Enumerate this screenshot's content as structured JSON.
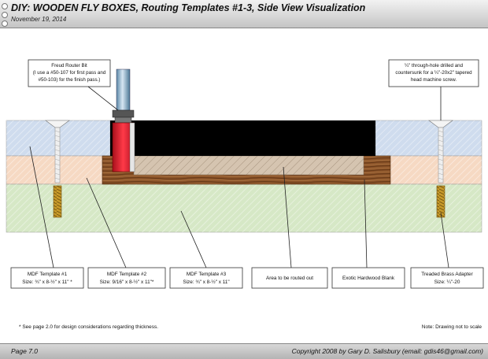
{
  "header": {
    "title": "DIY: WOODEN FLY BOXES, Routing Templates #1-3, Side View Visualization",
    "date": "November 19, 2014"
  },
  "callouts": {
    "router_bit": [
      "Freud Router Bit",
      "(I use a #50-107 for first pass and",
      "#50-103) for the finish pass.)"
    ],
    "screw_hole": [
      "¼\" through-hole drilled and",
      "countersunk for a ¼\"-20x2\" tapered",
      "head machine screw."
    ]
  },
  "labels": [
    {
      "id": "mdf1",
      "lines": [
        "MDF Template #1",
        "Size: ¾\" x 8-½\" x 11\" *"
      ]
    },
    {
      "id": "mdf2",
      "lines": [
        "MDF Template #2",
        "Size: 9/16\" x 8-½\" x 11\"*"
      ]
    },
    {
      "id": "mdf3",
      "lines": [
        "MDF Template #3",
        "Size: ¾\" x 8-½\" x 11\""
      ]
    },
    {
      "id": "routed",
      "lines": [
        "Area to be routed out"
      ]
    },
    {
      "id": "blank",
      "lines": [
        "Exotic Hardwood Blank"
      ]
    },
    {
      "id": "brass",
      "lines": [
        "Treaded Brass Adapter",
        "Size: ¼\"-20"
      ]
    }
  ],
  "notes": {
    "thickness": "*  See page 2.0 for design considerations regarding thickness.",
    "scale": "Note: Drawing not to scale"
  },
  "footer": {
    "page": "Page 7.0",
    "copyright": "Copyright 2008 by Gary D. Salisbury (email: gdis46@gmail.com)"
  },
  "colors": {
    "template1": "#cfdcee",
    "template2": "#f6d9c3",
    "template3": "#d6e8c6",
    "bit": "#e21b2d",
    "hardwood": "#8a5228",
    "brass": "#c79a2a"
  }
}
